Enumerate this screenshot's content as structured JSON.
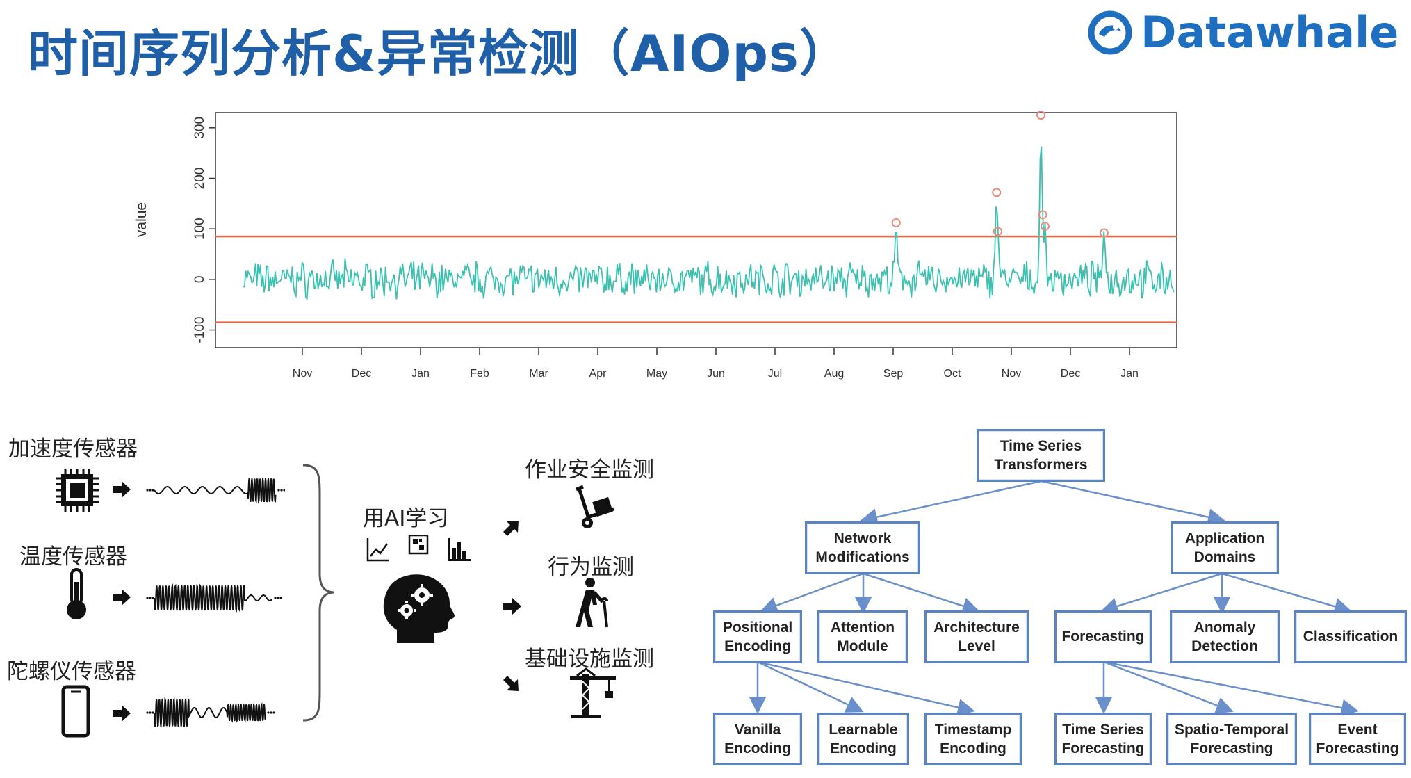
{
  "header": {
    "title": "时间序列分析&异常检测（AIOps）",
    "brand": "Datawhale",
    "brand_icon": "datawhale-logo-icon",
    "brand_color": "#1f6fc0",
    "title_color": "#1f5fa8"
  },
  "chart_data": {
    "type": "line",
    "ylabel": "value",
    "xlabel": "",
    "title": "",
    "ylim": [
      -135,
      330
    ],
    "yticks": [
      "-100",
      "0",
      "100",
      "200",
      "300"
    ],
    "ytick_values": [
      -100,
      0,
      100,
      200,
      300
    ],
    "xticks": [
      "Nov",
      "Dec",
      "Jan",
      "Feb",
      "Mar",
      "Apr",
      "May",
      "Jun",
      "Jul",
      "Aug",
      "Sep",
      "Oct",
      "Nov",
      "Dec",
      "Jan"
    ],
    "x_start_month": "Oct",
    "thresholds": [
      85,
      -85
    ],
    "threshold_color": "#e8684a",
    "line_color": "#3cc1b0",
    "anomaly_color": "#e88a7c",
    "anomalies": [
      {
        "month": 11.05,
        "value": 112
      },
      {
        "month": 12.75,
        "value": 172
      },
      {
        "month": 12.77,
        "value": 95
      },
      {
        "month": 13.5,
        "value": 325
      },
      {
        "month": 13.53,
        "value": 128
      },
      {
        "month": 13.57,
        "value": 105
      },
      {
        "month": 14.57,
        "value": 92
      }
    ]
  },
  "sensors": {
    "items": [
      {
        "label": "加速度传感器",
        "icon": "chip-icon"
      },
      {
        "label": "温度传感器",
        "icon": "thermometer-icon"
      },
      {
        "label": "陀螺仪传感器",
        "icon": "smartphone-icon"
      }
    ]
  },
  "ai": {
    "label": "用AI学习",
    "icon": "ai-head-gears-icon"
  },
  "outputs": {
    "items": [
      {
        "label": "作业安全监测",
        "icon": "hand-truck-icon"
      },
      {
        "label": "行为监测",
        "icon": "elderly-person-icon"
      },
      {
        "label": "基础设施监测",
        "icon": "crane-icon"
      }
    ]
  },
  "tree": {
    "root": "Time Series\nTransformers",
    "network": "Network\nModifications",
    "application": "Application\nDomains",
    "positional": "Positional\nEncoding",
    "attention": "Attention\nModule",
    "architecture": "Architecture\nLevel",
    "forecasting": "Forecasting",
    "anomaly": "Anomaly\nDetection",
    "classification": "Classification",
    "vanilla": "Vanilla\nEncoding",
    "learnable": "Learnable\nEncoding",
    "timestamp": "Timestamp\nEncoding",
    "ts_forecasting": "Time Series\nForecasting",
    "st_forecasting": "Spatio-Temporal\nForecasting",
    "event_forecasting": "Event\nForecasting"
  }
}
